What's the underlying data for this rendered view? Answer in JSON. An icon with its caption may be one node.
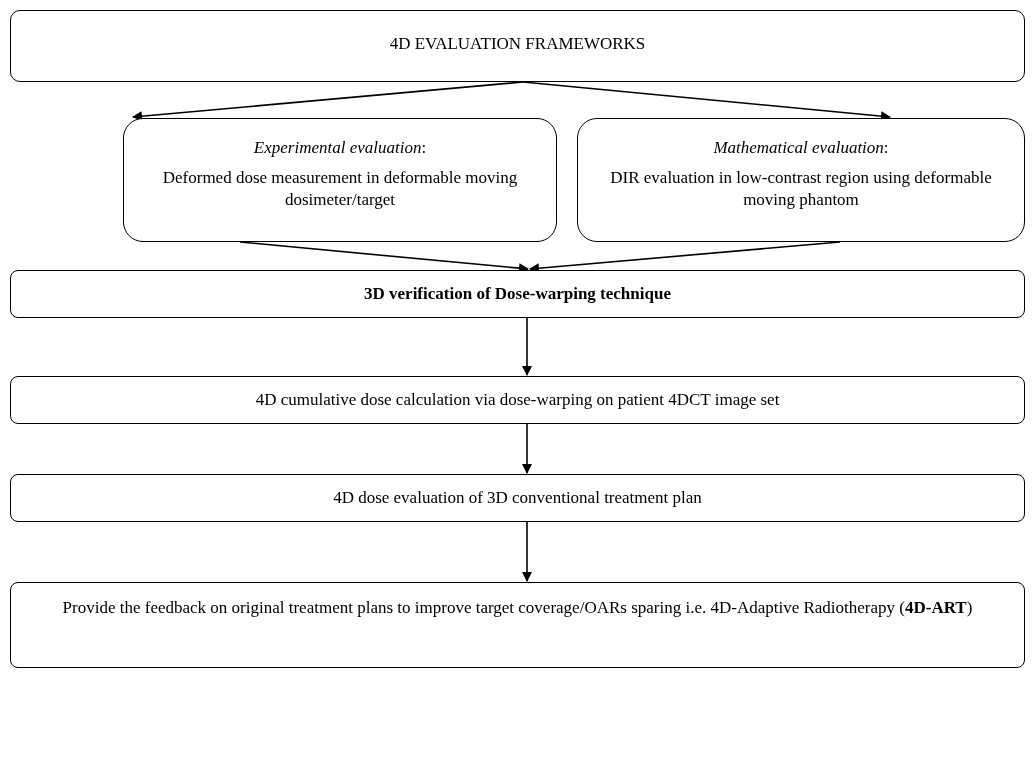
{
  "diagram": {
    "nodes": [
      {
        "text": [
          "4D EVALUATION FRAMEWORKS"
        ]
      },
      {
        "text": [
          "*Experimental evaluation*:",
          "Deformed dose measurement in deformable moving dosimeter/target"
        ]
      },
      {
        "text": [
          "*Mathematical evaluation*:",
          "DIR evaluation in low-contrast region using deformable moving phantom"
        ]
      },
      {
        "text": [
          "3D verification of Dose-warping technique"
        ]
      },
      {
        "text": [
          "4D cumulative dose calculation via dose-warping on patient 4DCT image set"
        ]
      },
      {
        "text": [
          "4D dose evaluation of 3D conventional treatment plan"
        ]
      },
      {
        "text": [
          "Provide the feedback on original treatment plans to improve target coverage/OARs sparing i.e. 4D-Adaptive Radiotherapy (**4D-ART**)"
        ]
      }
    ],
    "edges": [
      {
        "from": 0,
        "to": 1,
        "arrow": "to"
      },
      {
        "from": 0,
        "to": 2,
        "arrow": "to"
      },
      {
        "from": 1,
        "to": 3,
        "arrow": "to"
      },
      {
        "from": 2,
        "to": 3,
        "arrow": "to"
      },
      {
        "from": 3,
        "to": 4,
        "arrow": "to"
      },
      {
        "from": 4,
        "to": 5,
        "arrow": "to"
      },
      {
        "from": 5,
        "to": 6,
        "arrow": "to"
      }
    ]
  }
}
